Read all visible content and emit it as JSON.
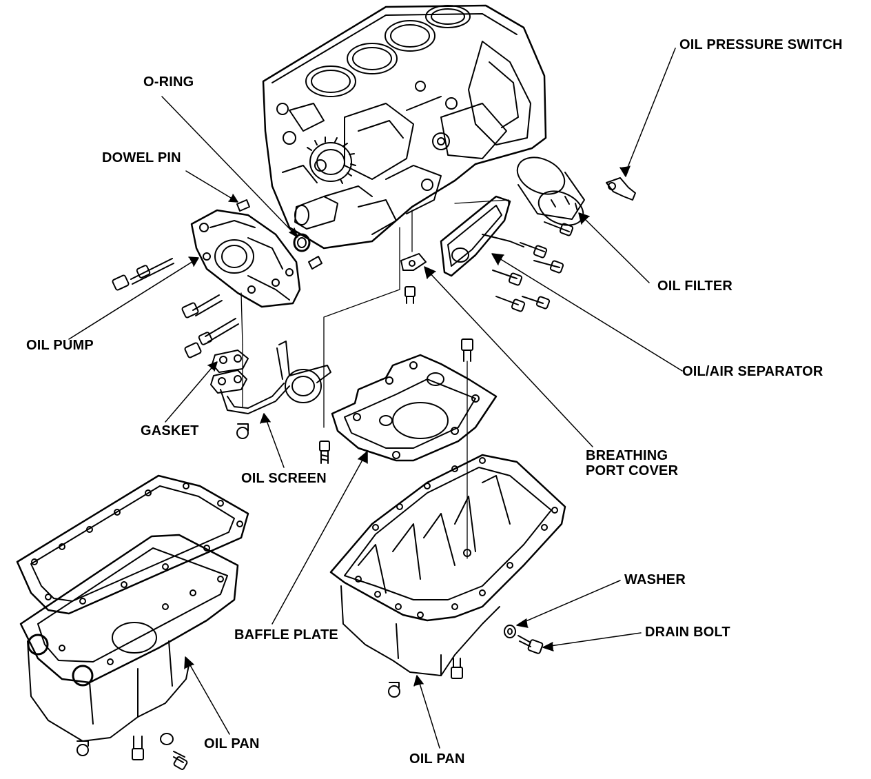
{
  "diagram": {
    "labels": {
      "oil_pressure_switch": "OIL PRESSURE SWITCH",
      "o_ring": "O-RING",
      "dowel_pin": "DOWEL PIN",
      "oil_filter": "OIL FILTER",
      "oil_pump": "OIL PUMP",
      "oil_air_separator": "OIL/AIR SEPARATOR",
      "gasket": "GASKET",
      "breathing_port_cover_line1": "BREATHING",
      "breathing_port_cover_line2": "PORT COVER",
      "oil_screen": "OIL SCREEN",
      "washer": "WASHER",
      "drain_bolt": "DRAIN BOLT",
      "baffle_plate": "BAFFLE PLATE",
      "oil_pan_left": "OIL PAN",
      "oil_pan_right": "OIL PAN"
    },
    "colors": {
      "line": "#000000",
      "background": "#ffffff"
    }
  }
}
